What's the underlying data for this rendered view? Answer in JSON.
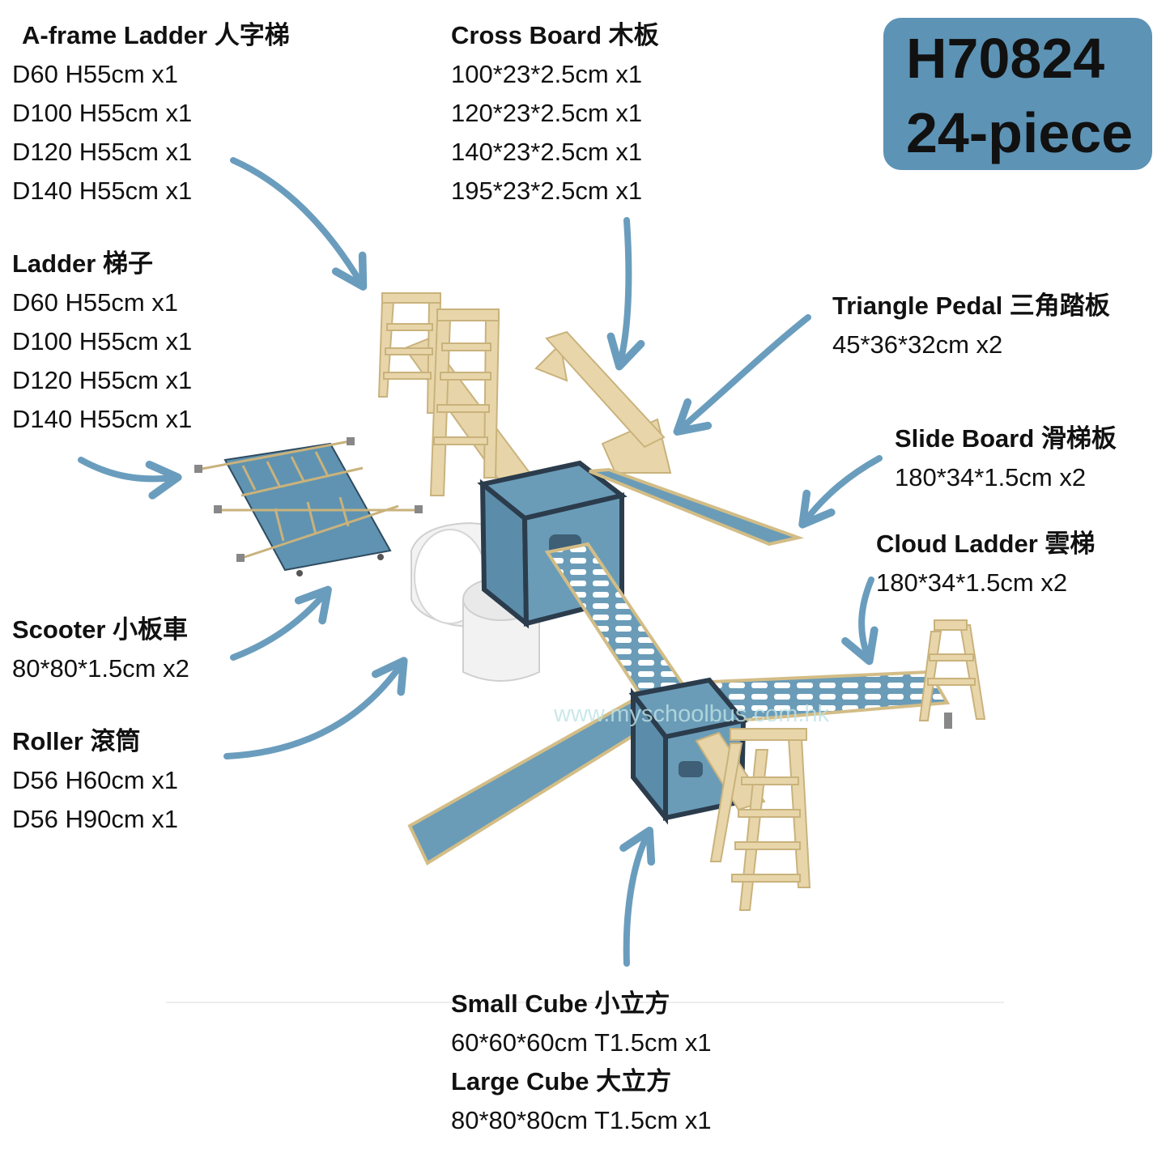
{
  "badge": {
    "code": "H70824",
    "pieces": "24-piece"
  },
  "watermark": "www.myschoolbus.com.hk",
  "labels": {
    "aframe": {
      "title": "A-frame Ladder 人字梯",
      "specs": [
        "D60 H55cm x1",
        "D100 H55cm x1",
        "D120 H55cm x1",
        "D140 H55cm x1"
      ]
    },
    "ladder": {
      "title": "Ladder 梯子",
      "specs": [
        "D60 H55cm x1",
        "D100 H55cm x1",
        "D120 H55cm x1",
        "D140 H55cm x1"
      ]
    },
    "scooter": {
      "title": "Scooter 小板車",
      "specs": [
        "80*80*1.5cm x2"
      ]
    },
    "roller": {
      "title": "Roller 滾筒",
      "specs": [
        "D56 H60cm x1",
        "D56 H90cm x1"
      ]
    },
    "crossboard": {
      "title": "Cross Board 木板",
      "specs": [
        "100*23*2.5cm x1",
        "120*23*2.5cm x1",
        "140*23*2.5cm x1",
        "195*23*2.5cm x1"
      ]
    },
    "triangle": {
      "title": "Triangle Pedal 三角踏板",
      "specs": [
        "45*36*32cm x2"
      ]
    },
    "slide": {
      "title": "Slide Board 滑梯板",
      "specs": [
        "180*34*1.5cm x2"
      ]
    },
    "cloud": {
      "title": "Cloud Ladder 雲梯",
      "specs": [
        "180*34*1.5cm x2"
      ]
    },
    "cubes": {
      "title": "Small Cube 小立方",
      "specs": [
        "60*60*60cm T1.5cm x1"
      ],
      "title2": "Large Cube 大立方",
      "specs2": [
        "80*80*80cm T1.5cm x1"
      ]
    }
  },
  "colors": {
    "accent": "#5d93b5",
    "wood": "#e6d3a6",
    "blue": "#5f93b1",
    "frame": "#2b3c4c",
    "roller": "#f2f2f2"
  }
}
